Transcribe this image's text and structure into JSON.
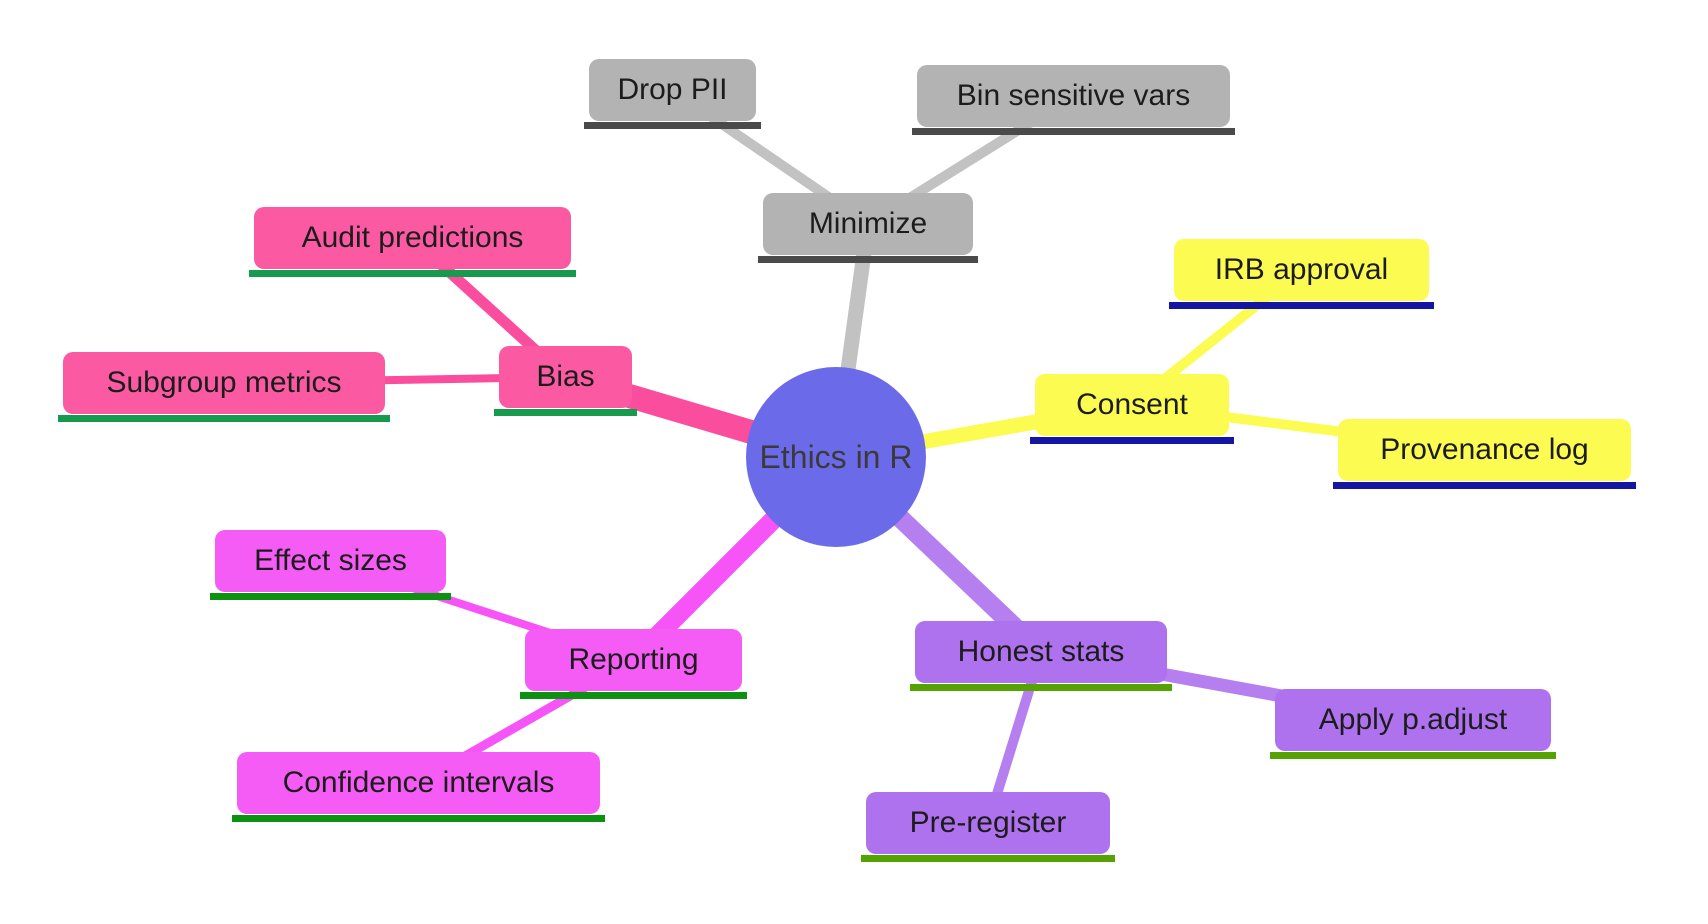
{
  "root": {
    "label": "Ethics in R",
    "color": "#6b6be9",
    "text_color": "#3a3a3a"
  },
  "branches": [
    {
      "label": "Minimize",
      "fill": "#b3b3b3",
      "underline": "#4a4a4a",
      "edge": "#c2c2c2",
      "children": [
        {
          "label": "Drop PII"
        },
        {
          "label": "Bin sensitive vars"
        }
      ]
    },
    {
      "label": "Bias",
      "fill": "#fb5aa3",
      "underline": "#169b4e",
      "edge": "#fb4d9e",
      "children": [
        {
          "label": "Audit predictions"
        },
        {
          "label": "Subgroup metrics"
        }
      ]
    },
    {
      "label": "Consent",
      "fill": "#fbfb52",
      "underline": "#1515a3",
      "edge": "#fbfb52",
      "children": [
        {
          "label": "IRB approval"
        },
        {
          "label": "Provenance log"
        }
      ]
    },
    {
      "label": "Reporting",
      "fill": "#f55cf5",
      "underline": "#0d9110",
      "edge": "#f754f7",
      "children": [
        {
          "label": "Effect sizes"
        },
        {
          "label": "Confidence intervals"
        }
      ]
    },
    {
      "label": "Honest stats",
      "fill": "#ae72ee",
      "underline": "#55a203",
      "edge": "#b57ff0",
      "children": [
        {
          "label": "Apply p.adjust"
        },
        {
          "label": "Pre-register"
        }
      ]
    }
  ]
}
